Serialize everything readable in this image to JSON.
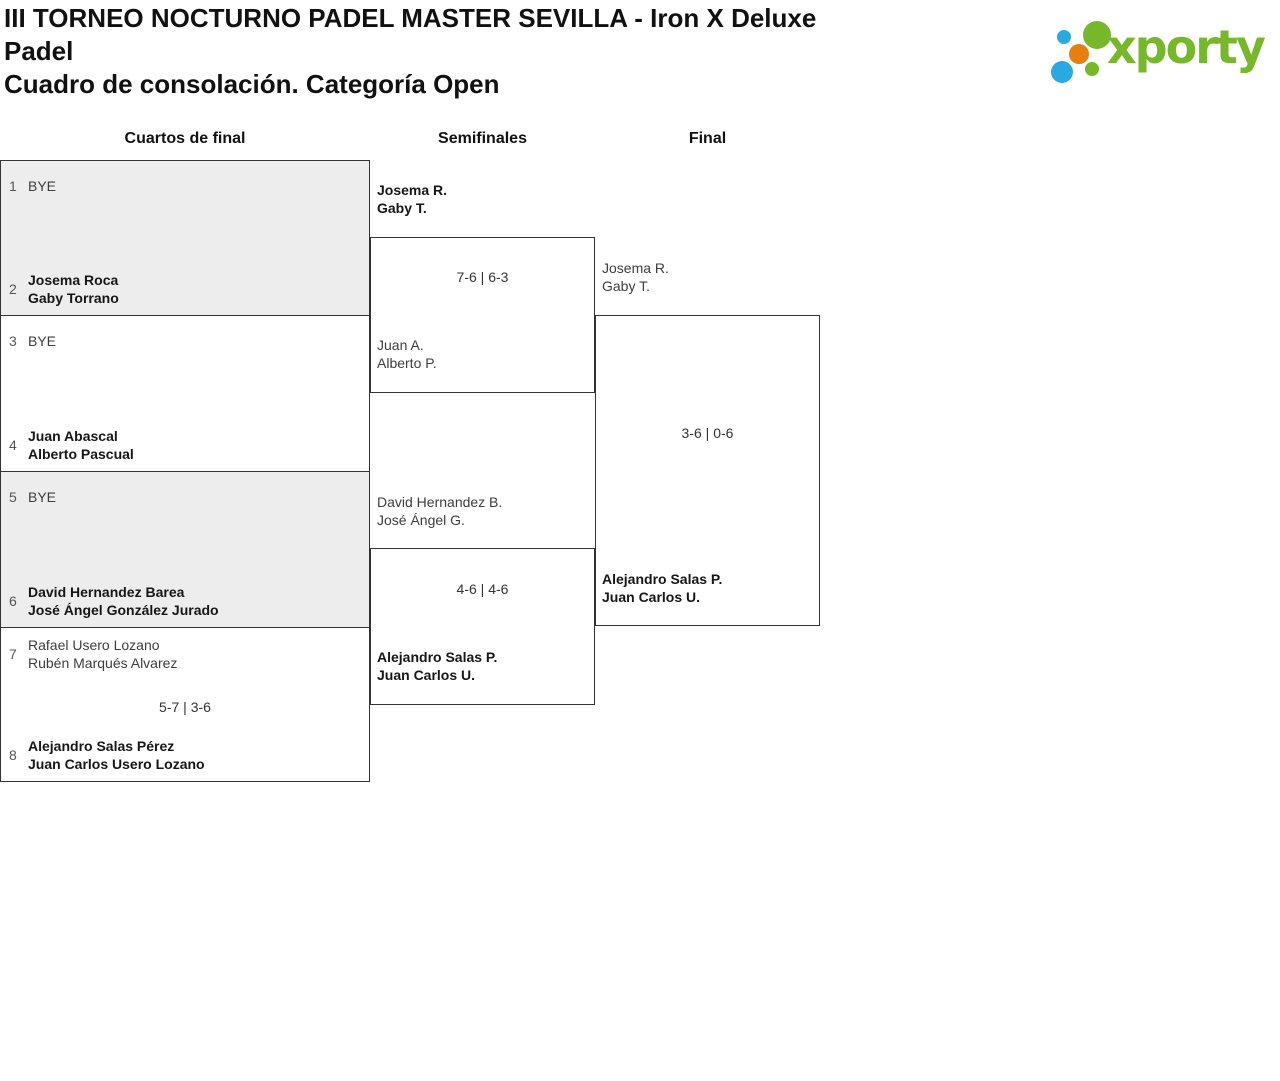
{
  "header": {
    "title": "III TORNEO NOCTURNO PADEL MASTER SEVILLA - Iron X Deluxe Padel",
    "subtitle": "Cuadro de consolación. Categoría Open",
    "logo_text": "xporty"
  },
  "colors": {
    "logo_green": "#76b82a",
    "logo_blue": "#2aa9e0",
    "logo_orange": "#e87e0f",
    "box_gray": "#ededed",
    "line": "#333333"
  },
  "rounds": [
    {
      "label": "Cuartos de final"
    },
    {
      "label": "Semifinales"
    },
    {
      "label": "Final"
    }
  ],
  "bracket": {
    "quarterfinals": [
      {
        "top_seed": "1",
        "top_lines": [
          "BYE"
        ],
        "bottom_seed": "2",
        "bottom_lines": [
          "Josema Roca",
          "Gaby Torrano"
        ],
        "winner": "bottom"
      },
      {
        "top_seed": "3",
        "top_lines": [
          "BYE"
        ],
        "bottom_seed": "4",
        "bottom_lines": [
          "Juan Abascal",
          "Alberto Pascual"
        ],
        "winner": "bottom"
      },
      {
        "top_seed": "5",
        "top_lines": [
          "BYE"
        ],
        "bottom_seed": "6",
        "bottom_lines": [
          "David Hernandez Barea",
          "José Ángel González Jurado"
        ],
        "winner": "bottom"
      },
      {
        "top_seed": "7",
        "top_lines": [
          "Rafael Usero Lozano",
          "Rubén Marqués Alvarez"
        ],
        "bottom_seed": "8",
        "bottom_lines": [
          "Alejandro Salas Pérez",
          "Juan Carlos Usero Lozano"
        ],
        "score": "5-7 | 3-6",
        "winner": "bottom"
      }
    ],
    "semifinals": [
      {
        "top_lines": [
          "Josema R.",
          "Gaby T."
        ],
        "bottom_lines": [
          "Juan A.",
          "Alberto P."
        ],
        "score": "7-6 | 6-3",
        "winner": "top"
      },
      {
        "top_lines": [
          "David Hernandez B.",
          "José Ángel G."
        ],
        "bottom_lines": [
          "Alejandro Salas P.",
          "Juan Carlos U."
        ],
        "score": "4-6 | 4-6",
        "winner": "bottom"
      }
    ],
    "final": {
      "top_lines": [
        "Josema R.",
        "Gaby T."
      ],
      "bottom_lines": [
        "Alejandro Salas P.",
        "Juan Carlos U."
      ],
      "score": "3-6 | 0-6",
      "winner": "bottom"
    }
  }
}
